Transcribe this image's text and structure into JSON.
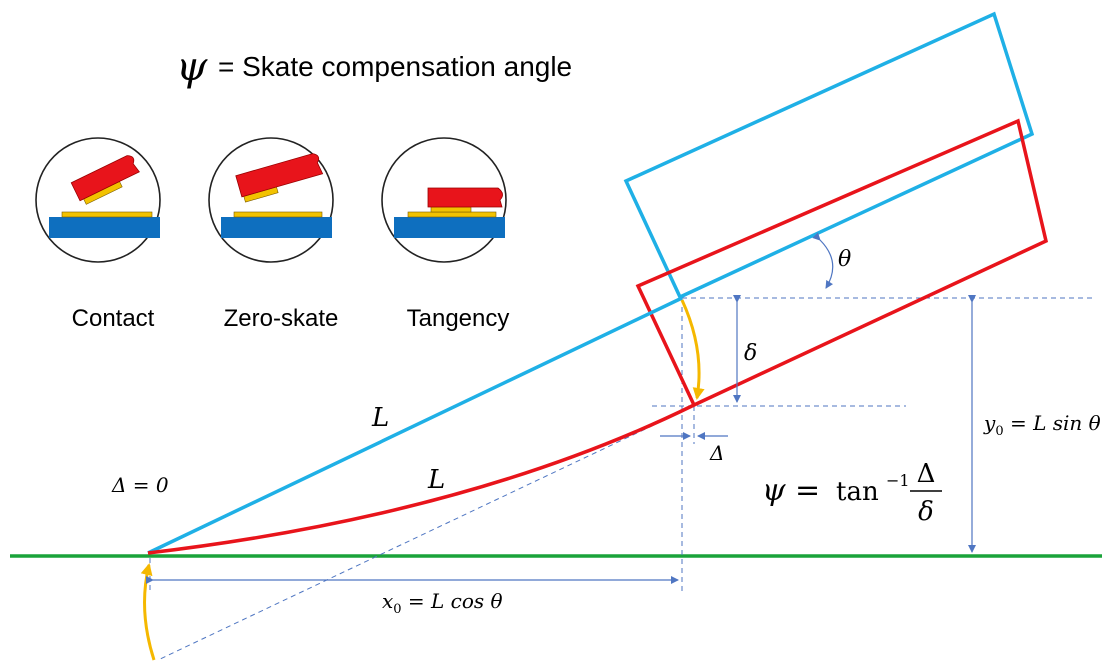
{
  "title": {
    "symbol": "ψ",
    "text": "= Skate compensation angle"
  },
  "insets": [
    {
      "label": "Contact"
    },
    {
      "label": "Zero-skate"
    },
    {
      "label": "Tangency"
    }
  ],
  "labels": {
    "theta": "θ",
    "delta": "δ",
    "Delta": "Δ",
    "L_straight": "L",
    "L_curve": "L",
    "delta_zero": "Δ = 0",
    "x0_base": "x",
    "x0_sub": "0",
    "x0_rest": " = L cos θ",
    "y0_base": "y",
    "y0_sub": "0",
    "y0_rest": " = L sin θ",
    "psi_lhs": "ψ =",
    "psi_func": "tan",
    "psi_exp": "−1",
    "psi_num": "Δ",
    "psi_den": "δ"
  },
  "colors": {
    "blue": "#1fb0e6",
    "red": "#e8141b",
    "green": "#1aa33a",
    "yellow": "#f5b800",
    "dashed": "#4f76c2",
    "substrate": "#0e6fbf",
    "pad": "#f2c200"
  }
}
